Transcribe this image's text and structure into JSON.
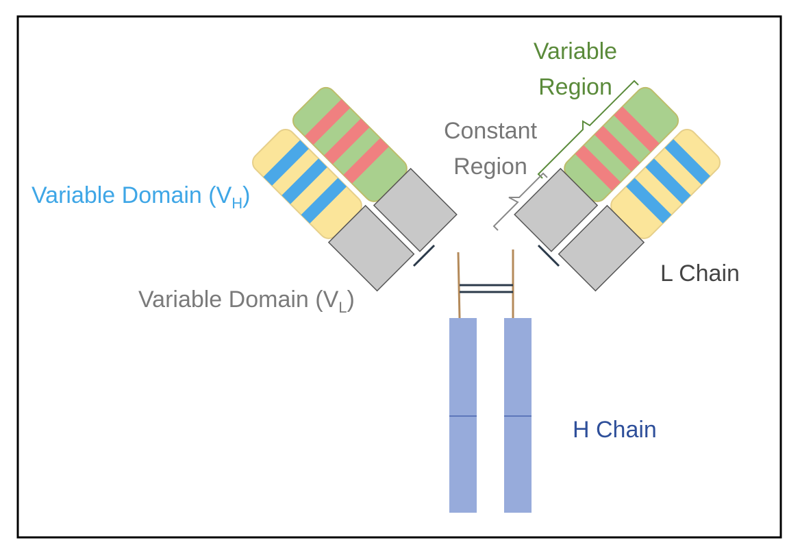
{
  "labels": {
    "variable_region_line1": "Variable",
    "variable_region_line2": "Region",
    "constant_region_line1": "Constant",
    "constant_region_line2": "Region",
    "vh_prefix": "Variable Domain (V",
    "vh_sub": "H",
    "vh_suffix": ")",
    "vl_prefix": "Variable Domain (V",
    "vl_sub": "L",
    "vl_suffix": ")",
    "l_chain": "L Chain",
    "h_chain": "H Chain"
  },
  "colors": {
    "heavy_variable": "#a9d08e",
    "heavy_variable_stripe": "#f08080",
    "light_variable": "#fbe59a",
    "light_variable_stripe": "#4aa8e8",
    "constant": "#c8c8c8",
    "h_chain": "#97abdb",
    "hinge": "#b48a5a",
    "disulfide": "#2b3a4a",
    "label_variable_region": "#5a8a3a",
    "label_constant_region": "#777777",
    "label_vh": "#3ea6e6",
    "label_vl": "#7a7a7a",
    "label_l_chain": "#444444",
    "label_h_chain": "#2e4f9a"
  }
}
